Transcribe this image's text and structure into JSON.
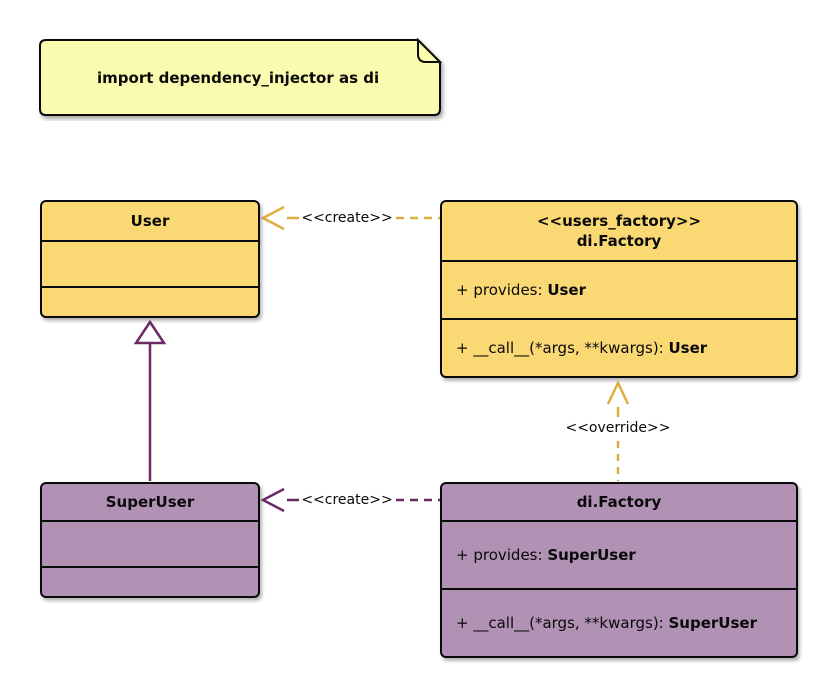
{
  "note": {
    "text": "import dependency_injector as di"
  },
  "classes": {
    "user": {
      "title": "User"
    },
    "users_factory": {
      "stereotype": "<<users_factory>>",
      "title": "di.Factory",
      "provides": {
        "prefix": "+ provides: ",
        "type": "User"
      },
      "call": {
        "prefix": "+ __call__(*args, **kwargs): ",
        "type": "User"
      }
    },
    "superuser": {
      "title": "SuperUser"
    },
    "superuser_factory": {
      "title": "di.Factory",
      "provides": {
        "prefix": "+ provides: ",
        "type": "SuperUser"
      },
      "call": {
        "prefix": "+ __call__(*args, **kwargs): ",
        "type": "SuperUser"
      }
    }
  },
  "edges": {
    "create_user": {
      "label": "<<create>>"
    },
    "create_superuser": {
      "label": "<<create>>"
    },
    "override": {
      "label": "<<override>>"
    }
  },
  "colors": {
    "class_yellow": "#FAD874",
    "class_purple": "#B192B4",
    "note_yellow": "#FBFBB0",
    "arrow_yellow": "#DFAF3E",
    "arrow_purple": "#6B2A64",
    "outline": "#0A0A0A"
  }
}
